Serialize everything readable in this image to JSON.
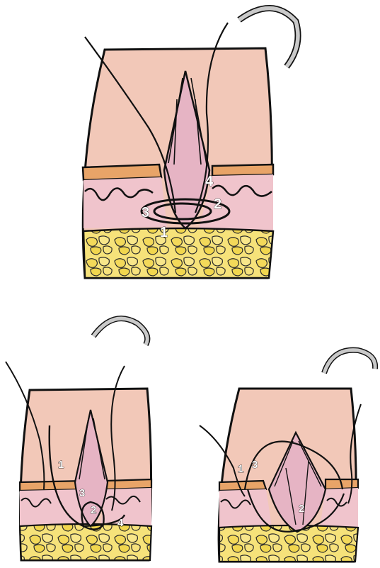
{
  "colors": {
    "epidermis": "#f2c8b8",
    "dermis": "#f0c4cc",
    "dermal_band": "#e8a468",
    "fat": "#f6e27a",
    "outline": "#111111",
    "needle": "#c9c9c9",
    "wound_interior": "#e6b4c4"
  },
  "panels": [
    {
      "id": "top",
      "labels": [
        "1",
        "2",
        "3",
        "4"
      ]
    },
    {
      "id": "bottom-left",
      "labels": [
        "1",
        "2",
        "3",
        "4"
      ]
    },
    {
      "id": "bottom-right",
      "labels": [
        "1",
        "2",
        "3"
      ]
    }
  ]
}
